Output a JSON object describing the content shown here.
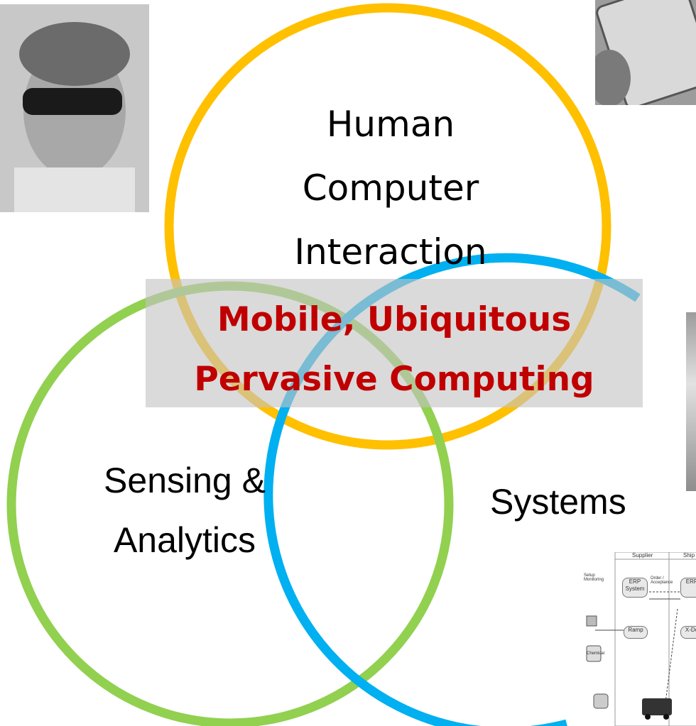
{
  "colors": {
    "hci_circle": "#ffc000",
    "sensing_circle": "#92d050",
    "systems_circle": "#00b0f0",
    "highlight_text": "#c00000",
    "highlight_box": "#c4c4c4"
  },
  "circles": {
    "hci": {
      "lines": [
        "Human",
        "Computer",
        "Interaction"
      ]
    },
    "sensing": {
      "lines": [
        "Sensing &",
        "Analytics"
      ]
    },
    "systems": {
      "label": "Systems"
    }
  },
  "overlap": {
    "lines": [
      "Mobile, Ubiquitous",
      "Pervasive Computing"
    ]
  },
  "photos": {
    "person": "photo of a man wearing smart glasses",
    "phone": "photo of a hand holding a smartphone",
    "device": "photo of a device (cropped)",
    "diagram": {
      "headers": [
        "Supplier",
        "Ship"
      ],
      "nodes": [
        "Setup Monitoring",
        "ERP System",
        "Order / Acceptance",
        "Ramp",
        "X-Do",
        "Chemical",
        "ERP"
      ]
    }
  }
}
